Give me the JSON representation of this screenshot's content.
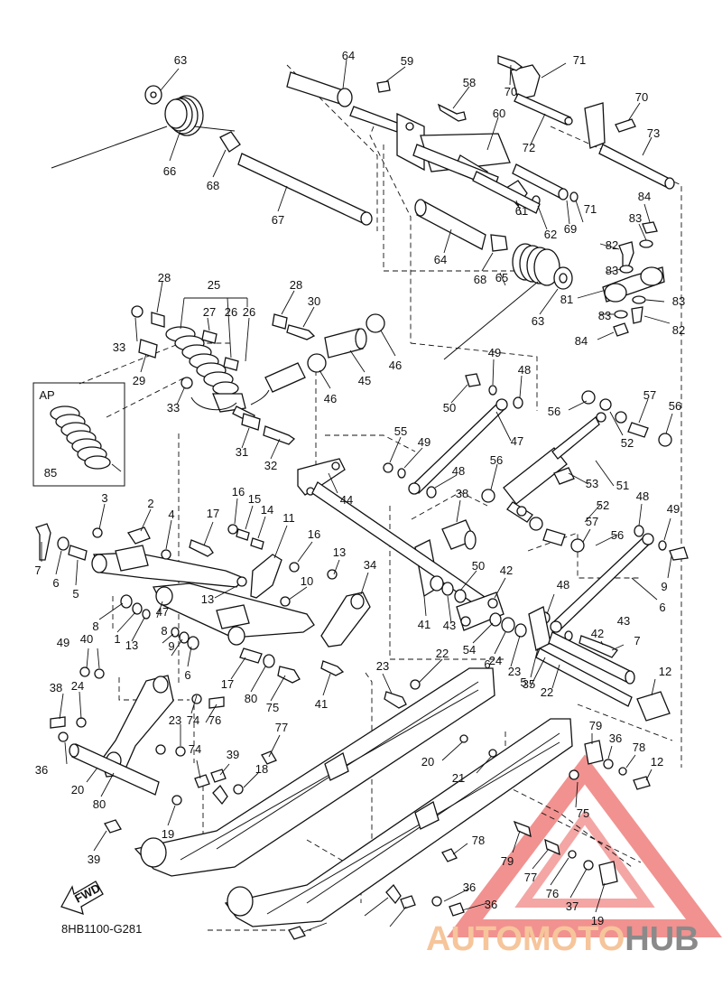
{
  "diagram": {
    "code": "8HB1100-G281",
    "detail_label": "AP",
    "fwd_label": "FWD",
    "watermark": {
      "part1": "AUTOMOTO",
      "part2": "HUB"
    },
    "colors": {
      "line": "#111111",
      "watermark_orange": "#f6c59b",
      "watermark_gray": "#8a8a8a",
      "triangle": "#e53935"
    },
    "callouts": [
      "63",
      "64",
      "59",
      "71",
      "58",
      "70",
      "70",
      "60",
      "73",
      "72",
      "66",
      "68",
      "67",
      "84",
      "83",
      "61",
      "62",
      "69",
      "71",
      "82",
      "64",
      "68",
      "65",
      "83",
      "81",
      "83",
      "63",
      "83",
      "82",
      "84",
      "28",
      "25",
      "28",
      "30",
      "27",
      "26",
      "26",
      "33",
      "29",
      "46",
      "45",
      "46",
      "33",
      "49",
      "48",
      "AP",
      "50",
      "56",
      "57",
      "56",
      "52",
      "31",
      "32",
      "55",
      "49",
      "47",
      "85",
      "48",
      "56",
      "38",
      "51",
      "53",
      "3",
      "2",
      "4",
      "16",
      "15",
      "14",
      "11",
      "44",
      "52",
      "48",
      "49",
      "7",
      "6",
      "5",
      "17",
      "16",
      "57",
      "56",
      "13",
      "13",
      "10",
      "34",
      "42",
      "50",
      "6",
      "9",
      "8",
      "1",
      "13",
      "47",
      "41",
      "43",
      "8",
      "9",
      "6",
      "48",
      "54",
      "24",
      "23",
      "43",
      "42",
      "49",
      "40",
      "5",
      "6",
      "7",
      "17",
      "80",
      "75",
      "41",
      "22",
      "23",
      "35",
      "38",
      "24",
      "12",
      "22",
      "23",
      "74",
      "76",
      "77",
      "20",
      "79",
      "36",
      "36",
      "74",
      "39",
      "18",
      "21",
      "78",
      "20",
      "80",
      "12",
      "19",
      "75",
      "78",
      "39",
      "79",
      "77",
      "36",
      "76",
      "37",
      "36",
      "19"
    ]
  }
}
